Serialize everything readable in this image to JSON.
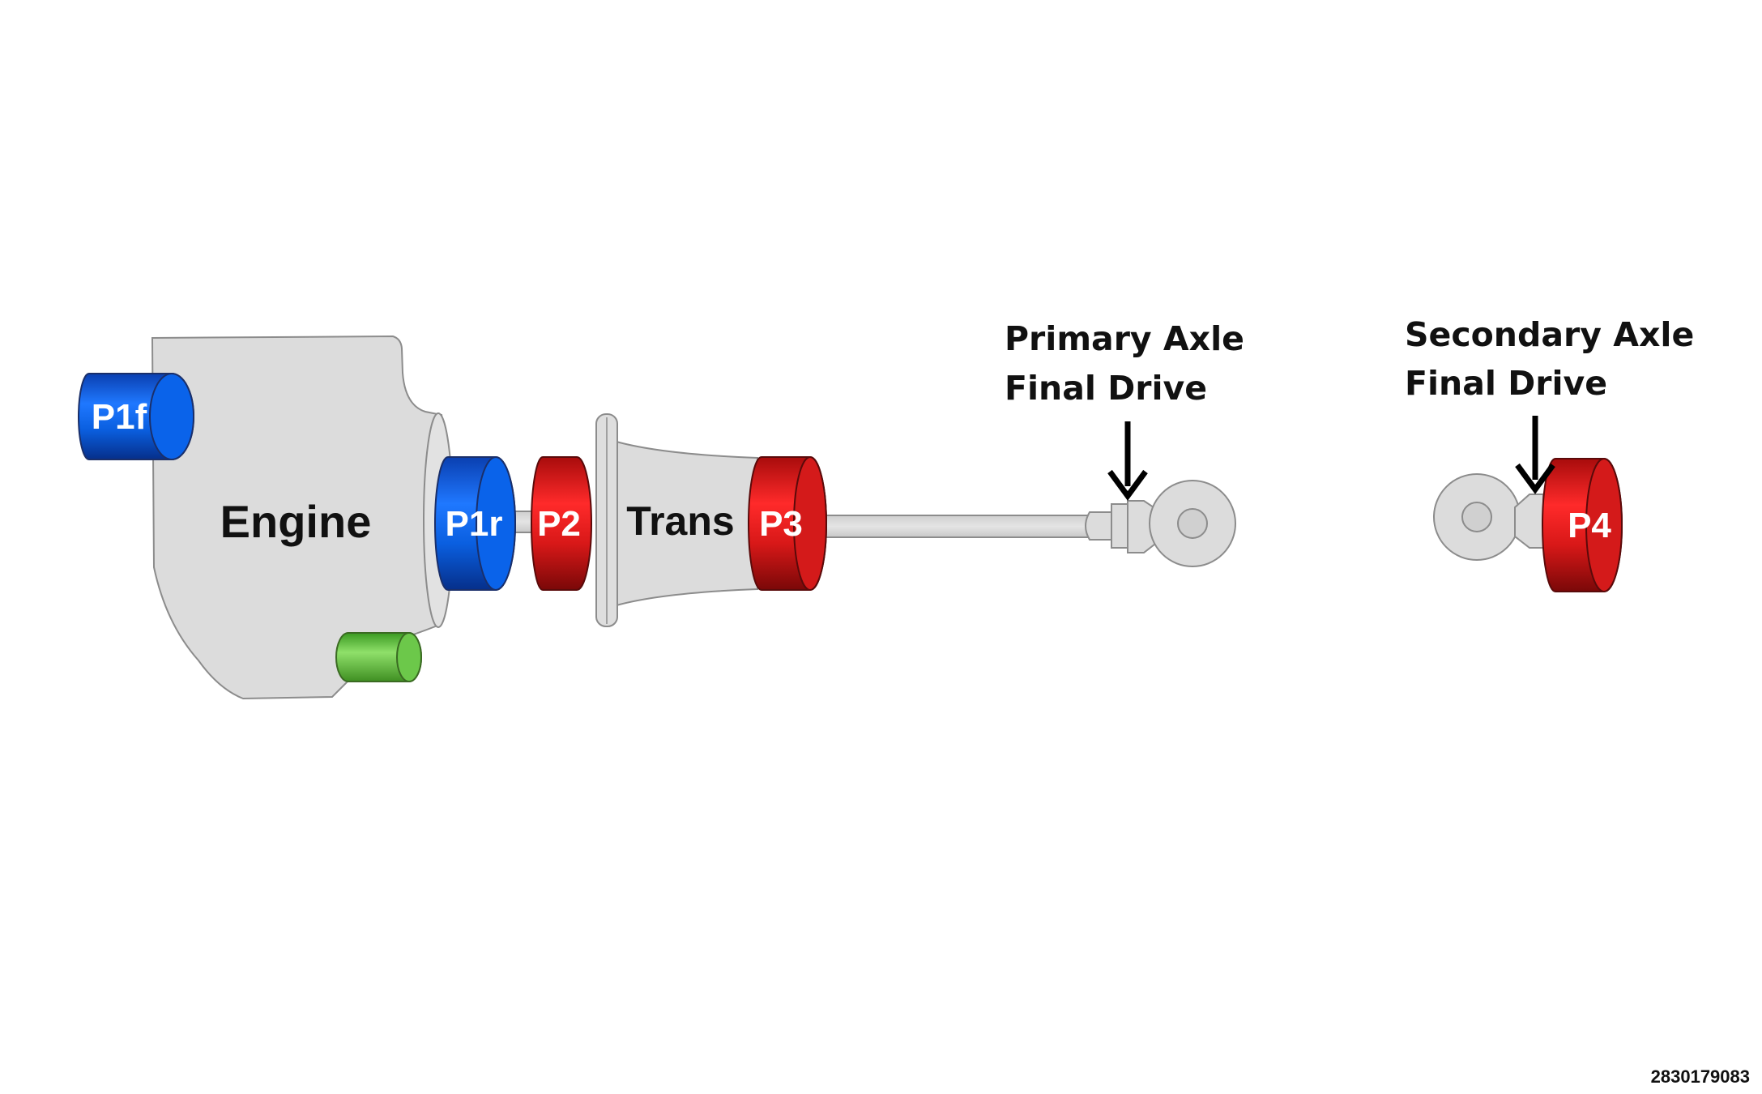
{
  "diagram": {
    "labels": {
      "engine": "Engine",
      "transmission": "Trans",
      "p1f": "P1f",
      "p1r": "P1r",
      "p2": "P2",
      "p3": "P3",
      "p4": "P4"
    },
    "callouts": {
      "primary_line1": "Primary Axle",
      "primary_line2": "Final Drive",
      "secondary_line1": "Secondary Axle",
      "secondary_line2": "Final Drive"
    },
    "reference_number": "2830179083",
    "colors": {
      "housing_gray": "#dcdcdc",
      "outline_gray": "#8c8c8c",
      "motor_blue": "#0a5fe0",
      "motor_red": "#d81818",
      "starter_green": "#5fc23a",
      "arrow_black": "#000000"
    }
  }
}
